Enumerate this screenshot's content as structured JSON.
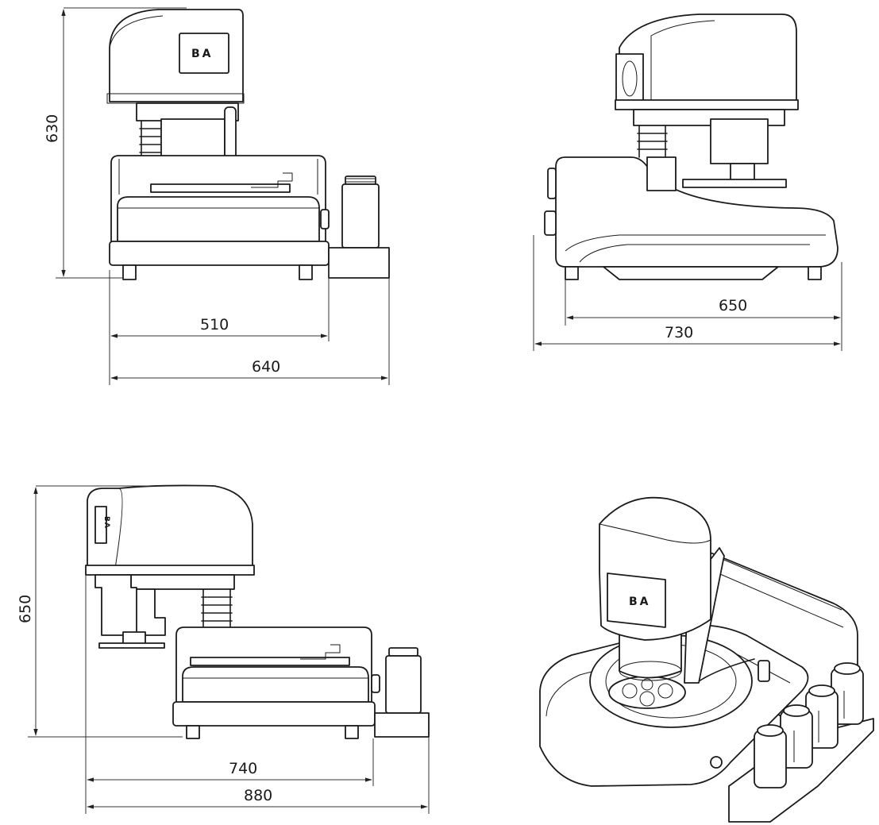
{
  "views": {
    "front": {
      "height_label": "630",
      "base_width_label": "510",
      "overall_width_label": "640",
      "logo_text": "BA"
    },
    "side": {
      "base_depth_label": "650",
      "overall_depth_label": "730"
    },
    "side_open": {
      "height_label": "650",
      "base_width_label": "740",
      "overall_width_label": "880",
      "logo_text": "BA"
    },
    "isometric": {
      "logo_text": "BA"
    }
  },
  "colors": {
    "line": "#1b1b1b",
    "background": "#ffffff"
  }
}
